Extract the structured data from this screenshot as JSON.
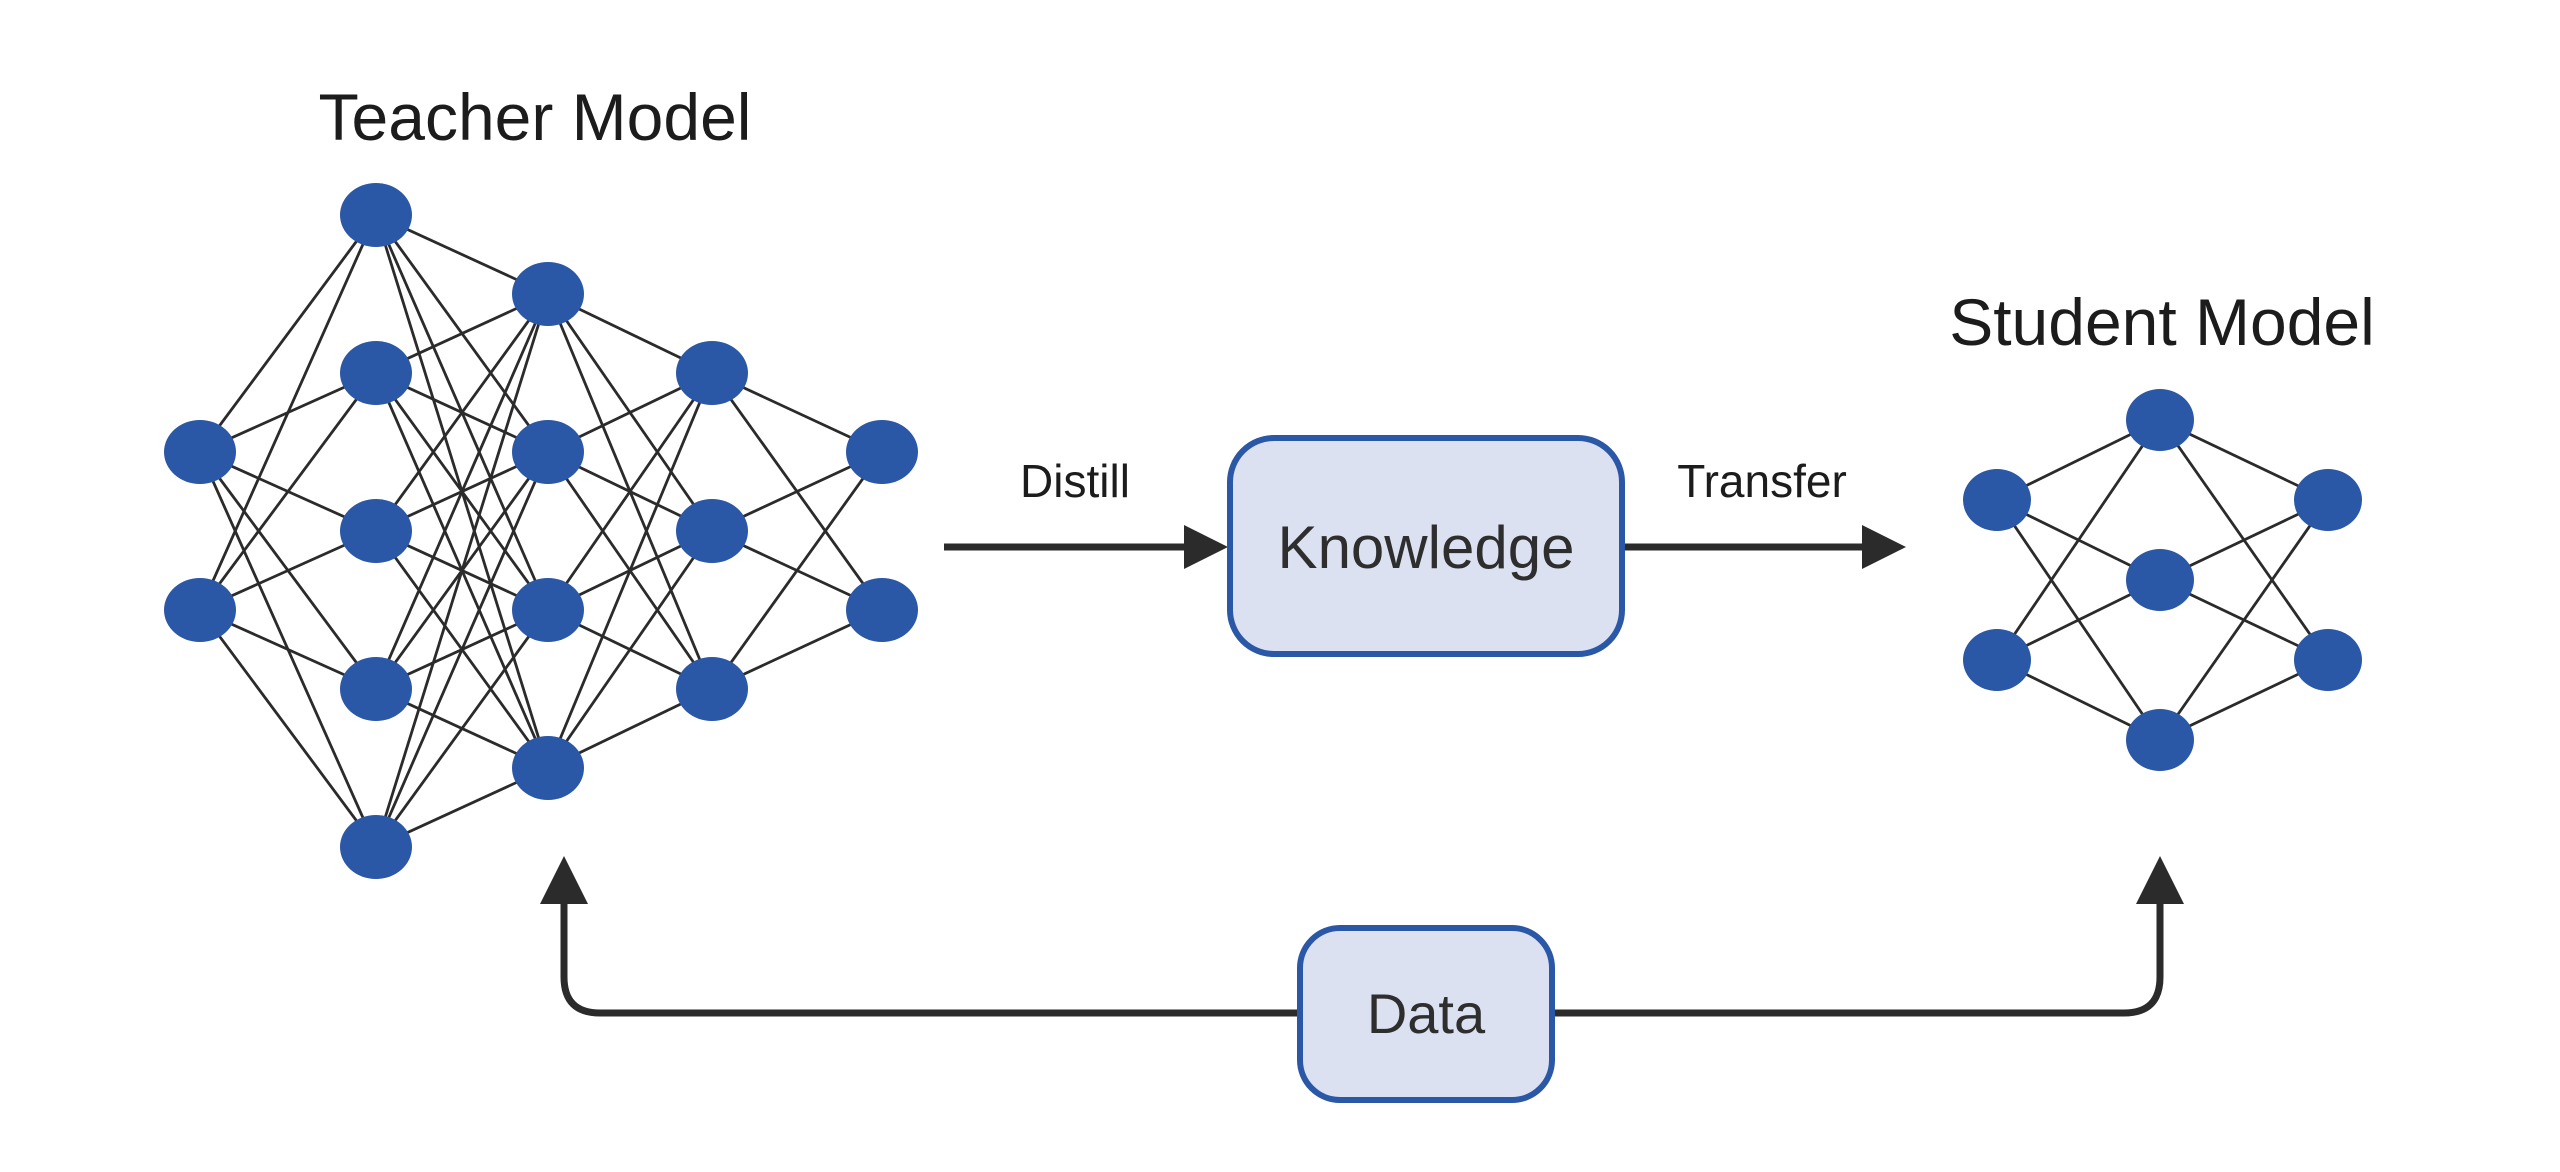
{
  "diagram": {
    "teacher": {
      "title": "Teacher Model",
      "layers": [
        2,
        5,
        4,
        3,
        2
      ]
    },
    "student": {
      "title": "Student Model",
      "layers": [
        2,
        3,
        2
      ]
    },
    "knowledge_label": "Knowledge",
    "data_label": "Data",
    "distill_label": "Distill",
    "transfer_label": "Transfer"
  },
  "colors": {
    "node_fill": "#2b57a7",
    "edge_stroke": "#2b2b2b",
    "line_color": "#2b2b2b",
    "box_fill": "#dbe1f1",
    "box_border": "#2b57a7",
    "text_color": "#1c1c1c",
    "box_text_color": "#2e2e2e",
    "background": "#ffffff"
  }
}
